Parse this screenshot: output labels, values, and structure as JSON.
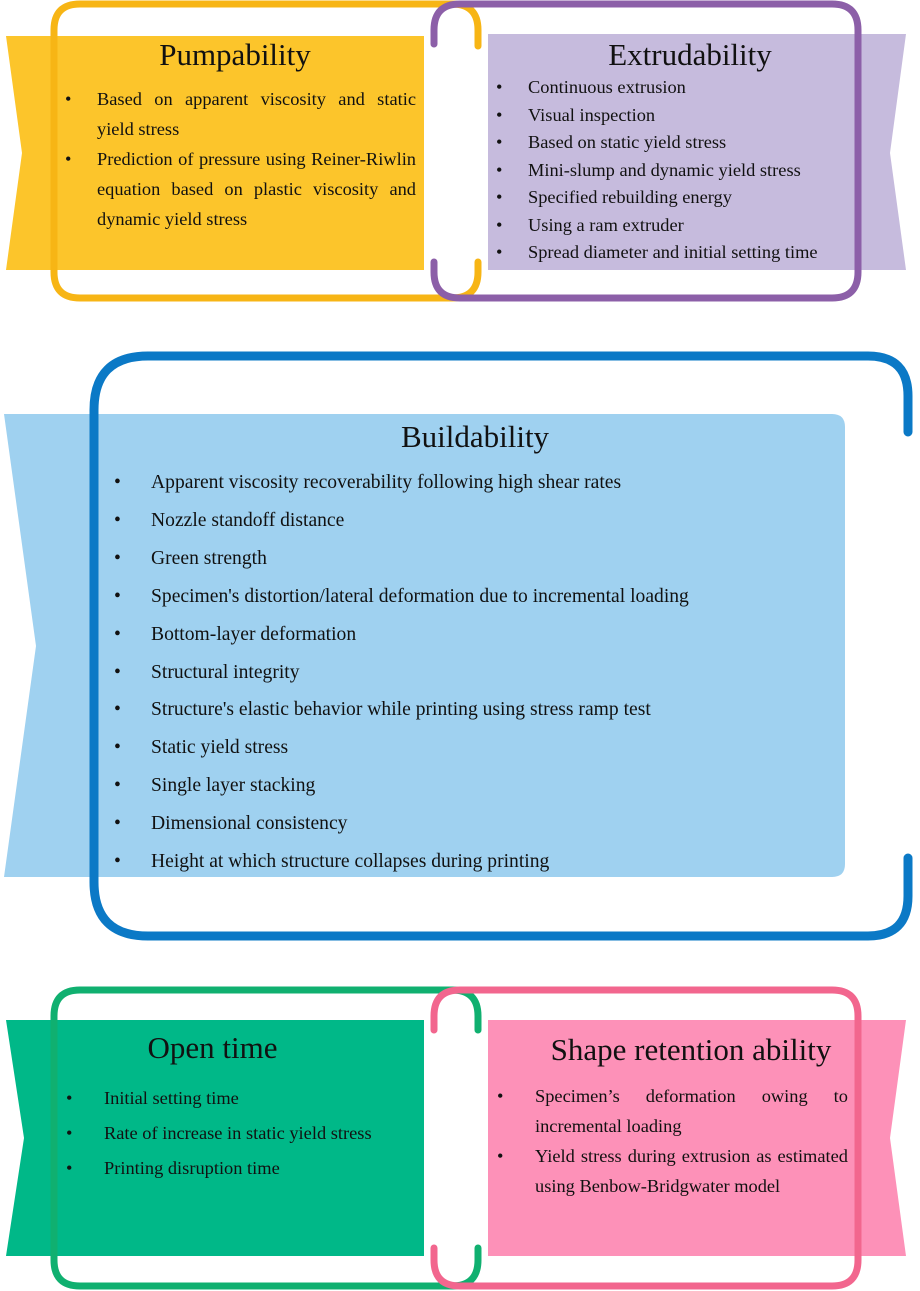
{
  "colors": {
    "pumpability_fill": "#fcc52b",
    "pumpability_frame": "#f7b515",
    "extrudability_fill": "#c6bbdd",
    "extrudability_frame": "#8c5fa8",
    "buildability_fill": "#9fd1f0",
    "buildability_frame": "#0b79c6",
    "open_time_fill": "#00b888",
    "open_time_frame": "#10b070",
    "shape_retention_fill": "#fd91b8",
    "shape_retention_frame": "#f2668e"
  },
  "pumpability": {
    "title": "Pumpability",
    "items": [
      "Based on apparent viscosity and static yield stress",
      "Prediction of pressure using Reiner-Riwlin equation based on plastic viscosity and dynamic yield stress"
    ]
  },
  "extrudability": {
    "title": "Extrudability",
    "items": [
      "Continuous extrusion",
      "Visual inspection",
      "Based on static yield stress",
      "Mini-slump and dynamic yield stress",
      "Specified rebuilding energy",
      "Using a ram extruder",
      "Spread diameter and initial setting time"
    ]
  },
  "buildability": {
    "title": "Buildability",
    "items": [
      "Apparent viscosity recoverability following high shear rates",
      "Nozzle standoff distance",
      "Green strength",
      "Specimen's distortion/lateral deformation due to incremental loading",
      "Bottom-layer deformation",
      "Structural integrity",
      "Structure's elastic behavior while printing using stress ramp test",
      "Static yield stress",
      "Single layer stacking",
      "Dimensional consistency",
      "Height at which structure collapses during printing"
    ]
  },
  "open_time": {
    "title": "Open time",
    "items": [
      "Initial setting time",
      "Rate of increase in static yield stress",
      "Printing disruption time"
    ]
  },
  "shape_retention": {
    "title": "Shape retention ability",
    "items": [
      "Specimen’s deformation owing to incremental loading",
      "Yield stress during extrusion as estimated using Benbow-Bridgwater model"
    ]
  }
}
